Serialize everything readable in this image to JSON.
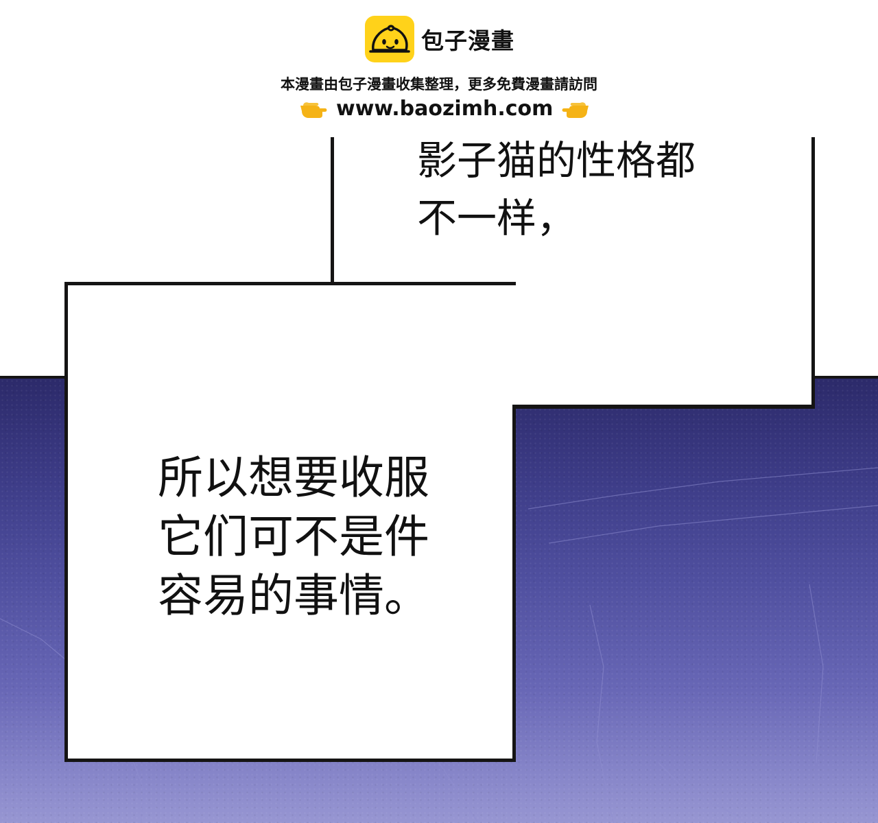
{
  "watermark": {
    "brand_name": "包子漫畫",
    "notice": "本漫畫由包子漫畫收集整理，更多免費漫畫請訪問",
    "url": "www.baozimh.com",
    "logo_icon": "bun-face-icon",
    "pointer_icon": "pointing-hand-icon",
    "logo_color": "#ffd21a"
  },
  "panel": {
    "sky_color_top": "#2c2a6a",
    "sky_color_bottom": "#9796d2"
  },
  "bubble_top": {
    "lines": [
      "影子猫的性格都",
      "不一样，"
    ]
  },
  "bubble_main": {
    "lines": [
      "所以想要收服",
      "它们可不是件",
      "容易的事情。"
    ]
  }
}
